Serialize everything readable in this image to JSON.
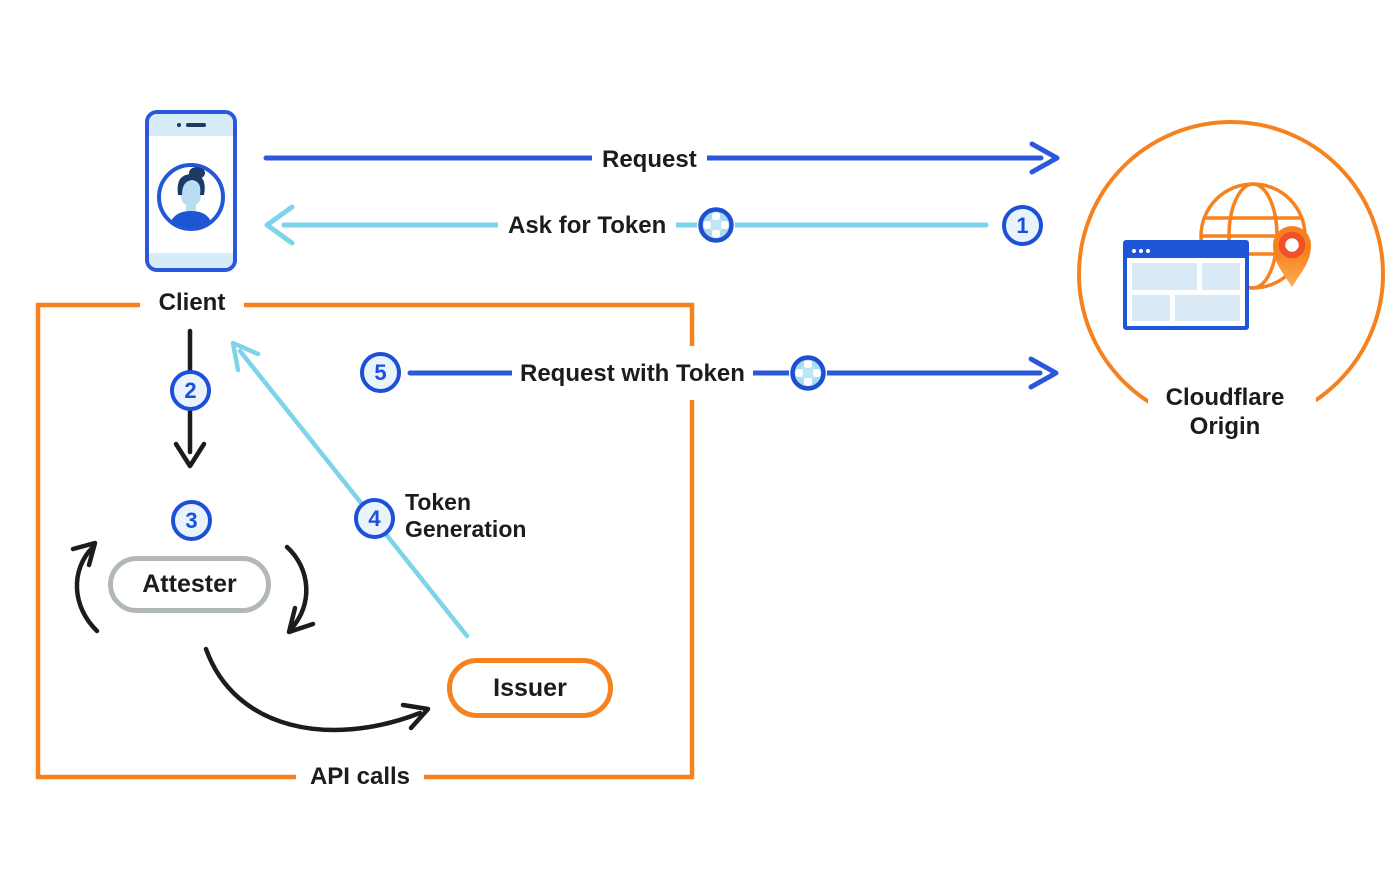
{
  "nodes": {
    "client": {
      "label": "Client"
    },
    "origin": {
      "line1": "Cloudflare",
      "line2": "Origin"
    },
    "attester": {
      "label": "Attester"
    },
    "issuer": {
      "label": "Issuer"
    }
  },
  "edges": {
    "request": {
      "label": "Request"
    },
    "ask_for_token": {
      "label": "Ask for Token",
      "step": "1"
    },
    "client_to_attester": {
      "step": "2"
    },
    "attestation_cycle": {
      "step": "3"
    },
    "token_generation": {
      "step": "4",
      "line1": "Token",
      "line2": "Generation"
    },
    "request_with_token": {
      "step": "5",
      "label": "Request with Token"
    }
  },
  "box": {
    "label": "API calls"
  },
  "icons": {
    "token": "privacy-pass-token-icon",
    "client_device": "mobile-phone-with-user-avatar-icon",
    "origin": "globe-browser-window-location-pin-icon"
  },
  "colors": {
    "blue": "#2b57dd",
    "light_blue": "#7dd3ea",
    "orange": "#f6821f",
    "black": "#1c1c1c",
    "step_fill": "#e9f3fc",
    "step_stroke": "#1d50d8",
    "attester_gray": "#b2b7ba",
    "pin_ring": "#f0502a"
  }
}
